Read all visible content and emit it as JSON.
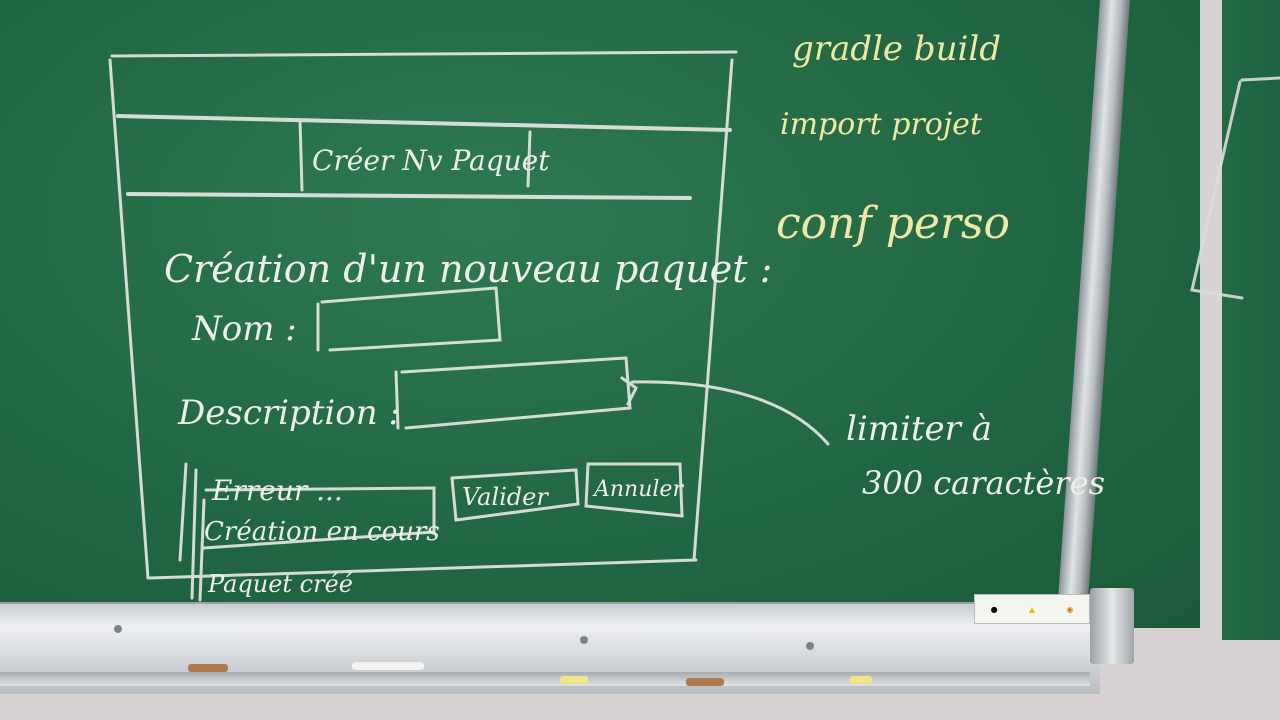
{
  "sketch": {
    "tab_label": "Créer Nv Paquet",
    "heading": "Création d'un nouveau paquet :",
    "name_label": "Nom :",
    "description_label": "Description :",
    "error_text": "Erreur ...",
    "status_text": "Création en cours",
    "validate_label": "Valider",
    "cancel_label": "Annuler",
    "created_text": "Paquet créé"
  },
  "notes": {
    "gradle": "gradle build",
    "import": "import projet",
    "conf": "conf perso",
    "limit_line1": "limiter à",
    "limit_line2": "300 caractères"
  },
  "colors": {
    "board": "#236a45",
    "chalk": "#eeeeea",
    "yellow_chalk": "#f1e7a6"
  }
}
